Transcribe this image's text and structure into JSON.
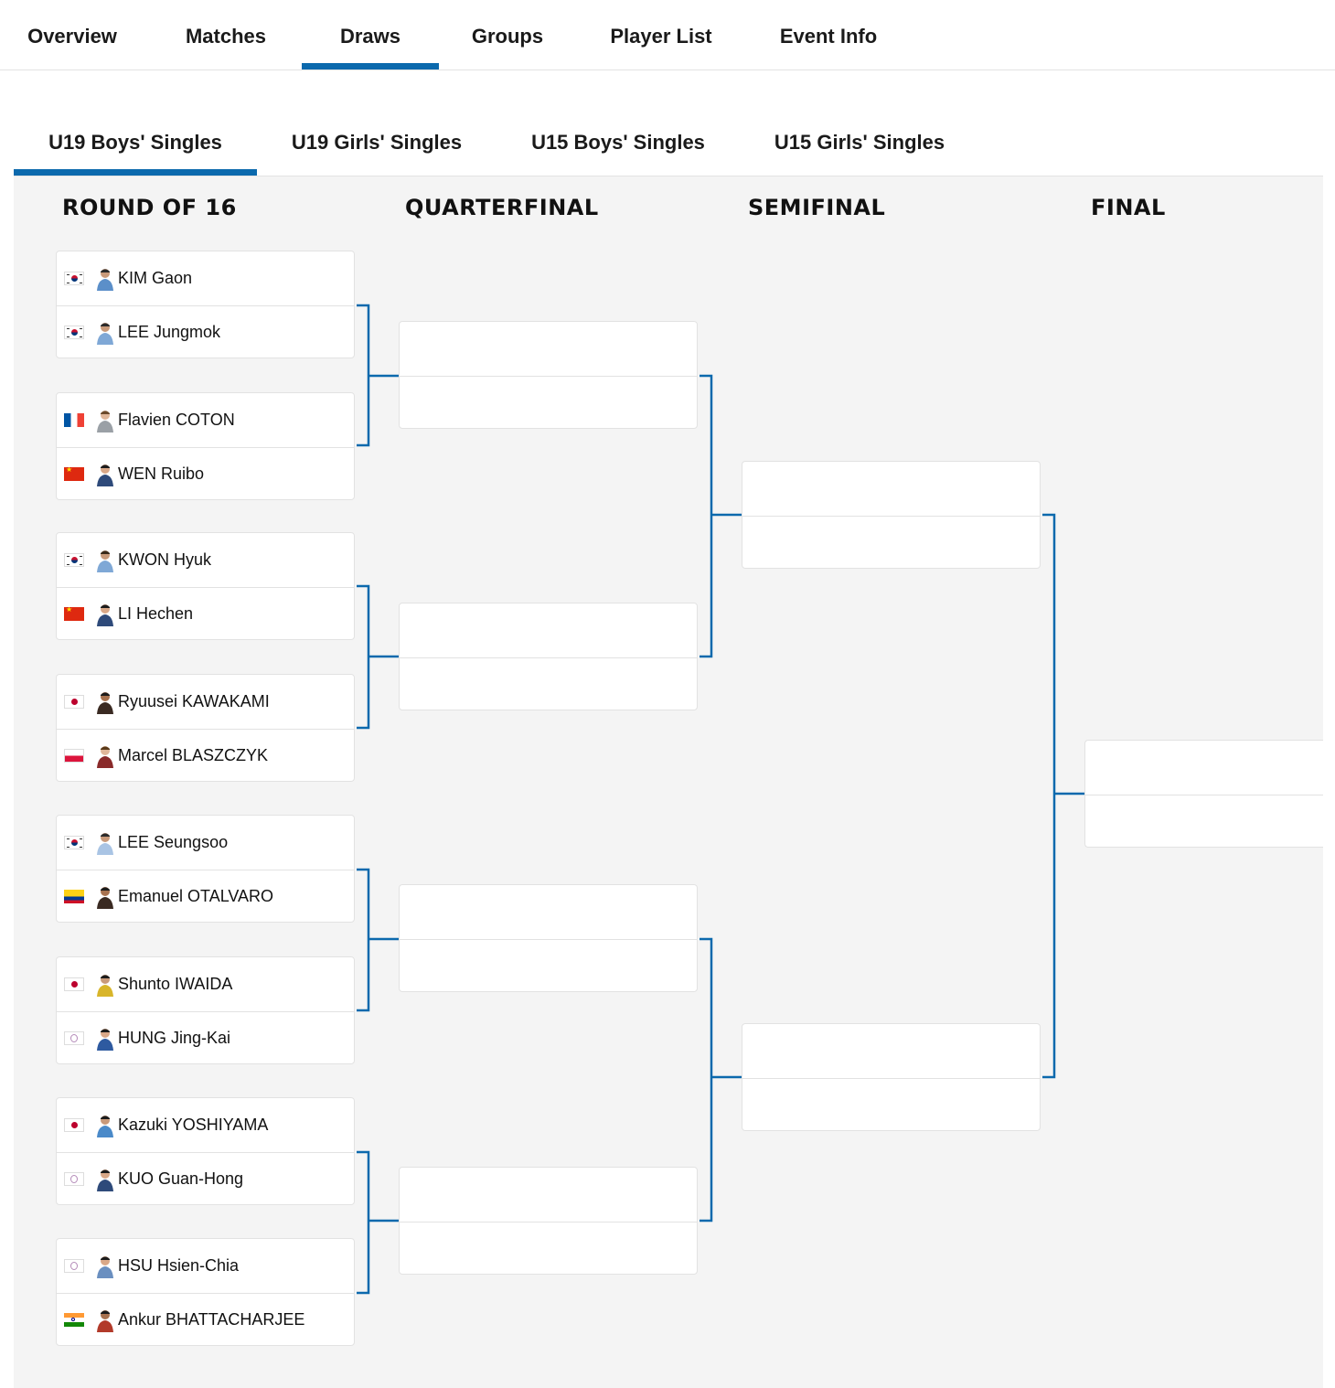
{
  "top_nav": {
    "tabs": [
      {
        "label": "Overview"
      },
      {
        "label": "Matches"
      },
      {
        "label": "Draws",
        "active": true
      },
      {
        "label": "Groups"
      },
      {
        "label": "Player List"
      },
      {
        "label": "Event Info"
      }
    ]
  },
  "event_tabs": [
    {
      "label": "U19 Boys' Singles",
      "active": true
    },
    {
      "label": "U19 Girls' Singles"
    },
    {
      "label": "U15 Boys' Singles"
    },
    {
      "label": "U15 Girls' Singles"
    }
  ],
  "rounds": {
    "r16": "ROUND OF 16",
    "qf": "QUARTERFINAL",
    "sf": "SEMIFINAL",
    "final": "FINAL"
  },
  "colors": {
    "accent": "#0b69ad",
    "bracket_line": "#0b69ad",
    "panel_bg": "#f4f4f4"
  },
  "round_of_16": [
    {
      "top": {
        "name": "KIM Gaon",
        "flag": "flag-kr"
      },
      "bottom": {
        "name": "LEE Jungmok",
        "flag": "flag-kr"
      }
    },
    {
      "top": {
        "name": "Flavien COTON",
        "flag": "flag-fr"
      },
      "bottom": {
        "name": "WEN Ruibo",
        "flag": "flag-cn"
      }
    },
    {
      "top": {
        "name": "KWON Hyuk",
        "flag": "flag-kr"
      },
      "bottom": {
        "name": "LI Hechen",
        "flag": "flag-cn"
      }
    },
    {
      "top": {
        "name": "Ryuusei KAWAKAMI",
        "flag": "flag-jp"
      },
      "bottom": {
        "name": "Marcel BLASZCZYK",
        "flag": "flag-pl"
      }
    },
    {
      "top": {
        "name": "LEE Seungsoo",
        "flag": "flag-kr"
      },
      "bottom": {
        "name": "Emanuel OTALVARO",
        "flag": "flag-co"
      }
    },
    {
      "top": {
        "name": "Shunto IWAIDA",
        "flag": "flag-jp"
      },
      "bottom": {
        "name": "HUNG Jing-Kai",
        "flag": "flag-tpe"
      }
    },
    {
      "top": {
        "name": "Kazuki YOSHIYAMA",
        "flag": "flag-jp"
      },
      "bottom": {
        "name": "KUO Guan-Hong",
        "flag": "flag-tpe"
      }
    },
    {
      "top": {
        "name": "HSU Hsien-Chia",
        "flag": "flag-tpe"
      },
      "bottom": {
        "name": "Ankur BHATTACHARJEE",
        "flag": "flag-in"
      }
    }
  ]
}
